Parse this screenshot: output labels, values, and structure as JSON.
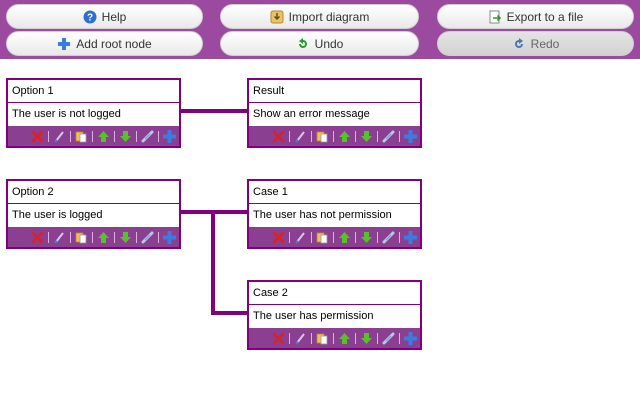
{
  "toolbar": {
    "help_label": "Help",
    "import_label": "Import diagram",
    "export_label": "Export to a file",
    "add_root_label": "Add root node",
    "undo_label": "Undo",
    "redo_label": "Redo",
    "redo_enabled": false
  },
  "nodes": [
    {
      "title": "Option 1",
      "text": "The user is not logged"
    },
    {
      "title": "Result",
      "text": "Show an error message"
    },
    {
      "title": "Option 2",
      "text": "The user is logged"
    },
    {
      "title": "Case 1",
      "text": "The user has not permission"
    },
    {
      "title": "Case 2",
      "text": "The user has permission"
    }
  ],
  "node_actions": [
    "delete-icon",
    "edit-icon",
    "copy-icon",
    "move-up-icon",
    "move-down-icon",
    "link-icon",
    "add-child-icon"
  ],
  "colors": {
    "accent": "#800080",
    "toolbar": "#9b4aa0",
    "node_bar": "#8a3f90"
  }
}
